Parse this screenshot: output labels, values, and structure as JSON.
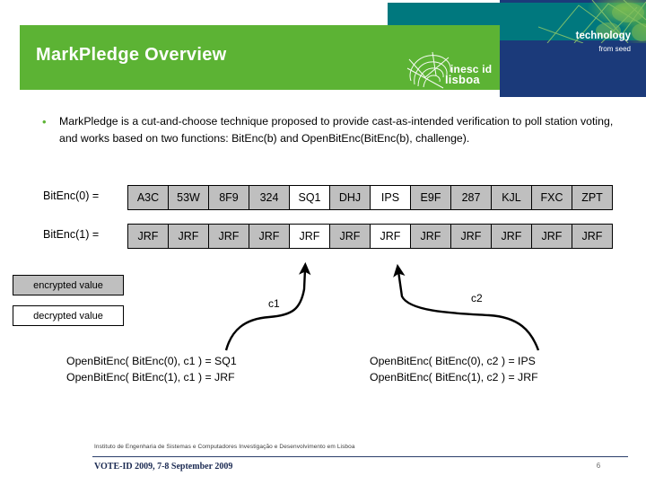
{
  "slide": {
    "title": "MarkPledge Overview",
    "brand": {
      "tagline": "technology",
      "tagline_sub": "from seed",
      "logo_line1": "inesc id",
      "logo_line2": "lisboa",
      "green": "#5cb334",
      "teal": "#00787e",
      "blue": "#1b3a7a"
    },
    "bullet": {
      "marker": "•",
      "text": "MarkPledge is a cut-and-choose technique proposed to provide cast-as-intended verification to poll station voting, and works based on two functions: BitEnc(b) and OpenBitEnc(BitEnc(b), challenge)."
    },
    "table": {
      "rows": [
        {
          "label": "BitEnc(0) =",
          "cells": [
            {
              "value": "A3C",
              "state": "encrypted"
            },
            {
              "value": "53W",
              "state": "encrypted"
            },
            {
              "value": "8F9",
              "state": "encrypted"
            },
            {
              "value": "324",
              "state": "encrypted"
            },
            {
              "value": "SQ1",
              "state": "decrypted"
            },
            {
              "value": "DHJ",
              "state": "encrypted"
            },
            {
              "value": "IPS",
              "state": "decrypted"
            },
            {
              "value": "E9F",
              "state": "encrypted"
            },
            {
              "value": "287",
              "state": "encrypted"
            },
            {
              "value": "KJL",
              "state": "encrypted"
            },
            {
              "value": "FXC",
              "state": "encrypted"
            },
            {
              "value": "ZPT",
              "state": "encrypted"
            }
          ]
        },
        {
          "label": "BitEnc(1) =",
          "cells": [
            {
              "value": "JRF",
              "state": "encrypted"
            },
            {
              "value": "JRF",
              "state": "encrypted"
            },
            {
              "value": "JRF",
              "state": "encrypted"
            },
            {
              "value": "JRF",
              "state": "encrypted"
            },
            {
              "value": "JRF",
              "state": "decrypted"
            },
            {
              "value": "JRF",
              "state": "encrypted"
            },
            {
              "value": "JRF",
              "state": "decrypted"
            },
            {
              "value": "JRF",
              "state": "encrypted"
            },
            {
              "value": "JRF",
              "state": "encrypted"
            },
            {
              "value": "JRF",
              "state": "encrypted"
            },
            {
              "value": "JRF",
              "state": "encrypted"
            },
            {
              "value": "JRF",
              "state": "encrypted"
            }
          ]
        }
      ]
    },
    "legend": {
      "encrypted_label": "encrypted value",
      "decrypted_label": "decrypted value",
      "encrypted_color": "#bfbfbf",
      "decrypted_color": "#ffffff"
    },
    "arrows": [
      {
        "label": "c1"
      },
      {
        "label": "c2"
      }
    ],
    "equations": {
      "left": [
        "OpenBitEnc( BitEnc(0), c1 ) = SQ1",
        "OpenBitEnc( BitEnc(1), c1 ) = JRF"
      ],
      "right": [
        "OpenBitEnc( BitEnc(0), c2 ) = IPS",
        "OpenBitEnc( BitEnc(1), c2 ) = JRF"
      ]
    },
    "footer": {
      "institute": "Instituto de Engenharia de Sistemas e Computadores Investigação e Desenvolvimento em Lisboa",
      "conference": "VOTE-ID 2009, 7-8 September 2009",
      "page_number": "6"
    }
  }
}
